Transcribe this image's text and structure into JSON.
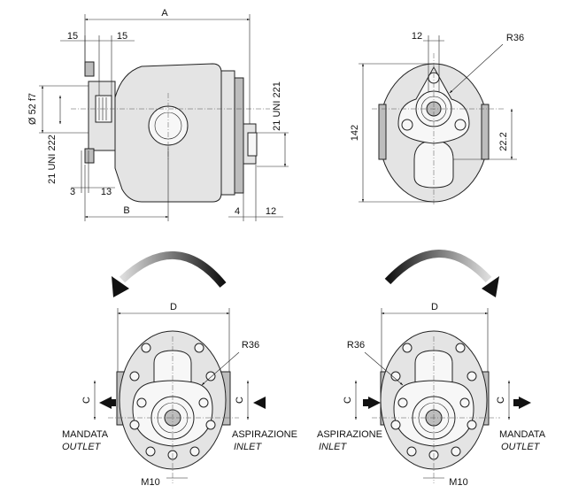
{
  "side_view": {
    "dims": {
      "A": "A",
      "B": "B",
      "d15a": "15",
      "d15b": "15",
      "d3": "3",
      "d13": "13",
      "d4": "4",
      "d12": "12",
      "phi52": "Ø 52 f7",
      "uni222": "21 UNI 222",
      "uni221": "21 UNI 221"
    }
  },
  "front_view": {
    "dims": {
      "d12": "12",
      "r36": "R36",
      "d142": "142",
      "d222": "22.2"
    }
  },
  "left_view": {
    "dims": {
      "D": "D",
      "C_left": "C",
      "C_right": "C",
      "r36": "R36",
      "m10": "M10"
    },
    "labels": {
      "outlet_it": "MANDATA",
      "outlet_en": "OUTLET",
      "inlet_it": "ASPIRAZIONE",
      "inlet_en": "INLET"
    }
  },
  "right_view": {
    "dims": {
      "D": "D",
      "C_left": "C",
      "C_right": "C",
      "r36": "R36",
      "m10": "M10"
    },
    "labels": {
      "inlet_it": "ASPIRAZIONE",
      "inlet_en": "INLET",
      "outlet_it": "MANDATA",
      "outlet_en": "OUTLET"
    }
  }
}
